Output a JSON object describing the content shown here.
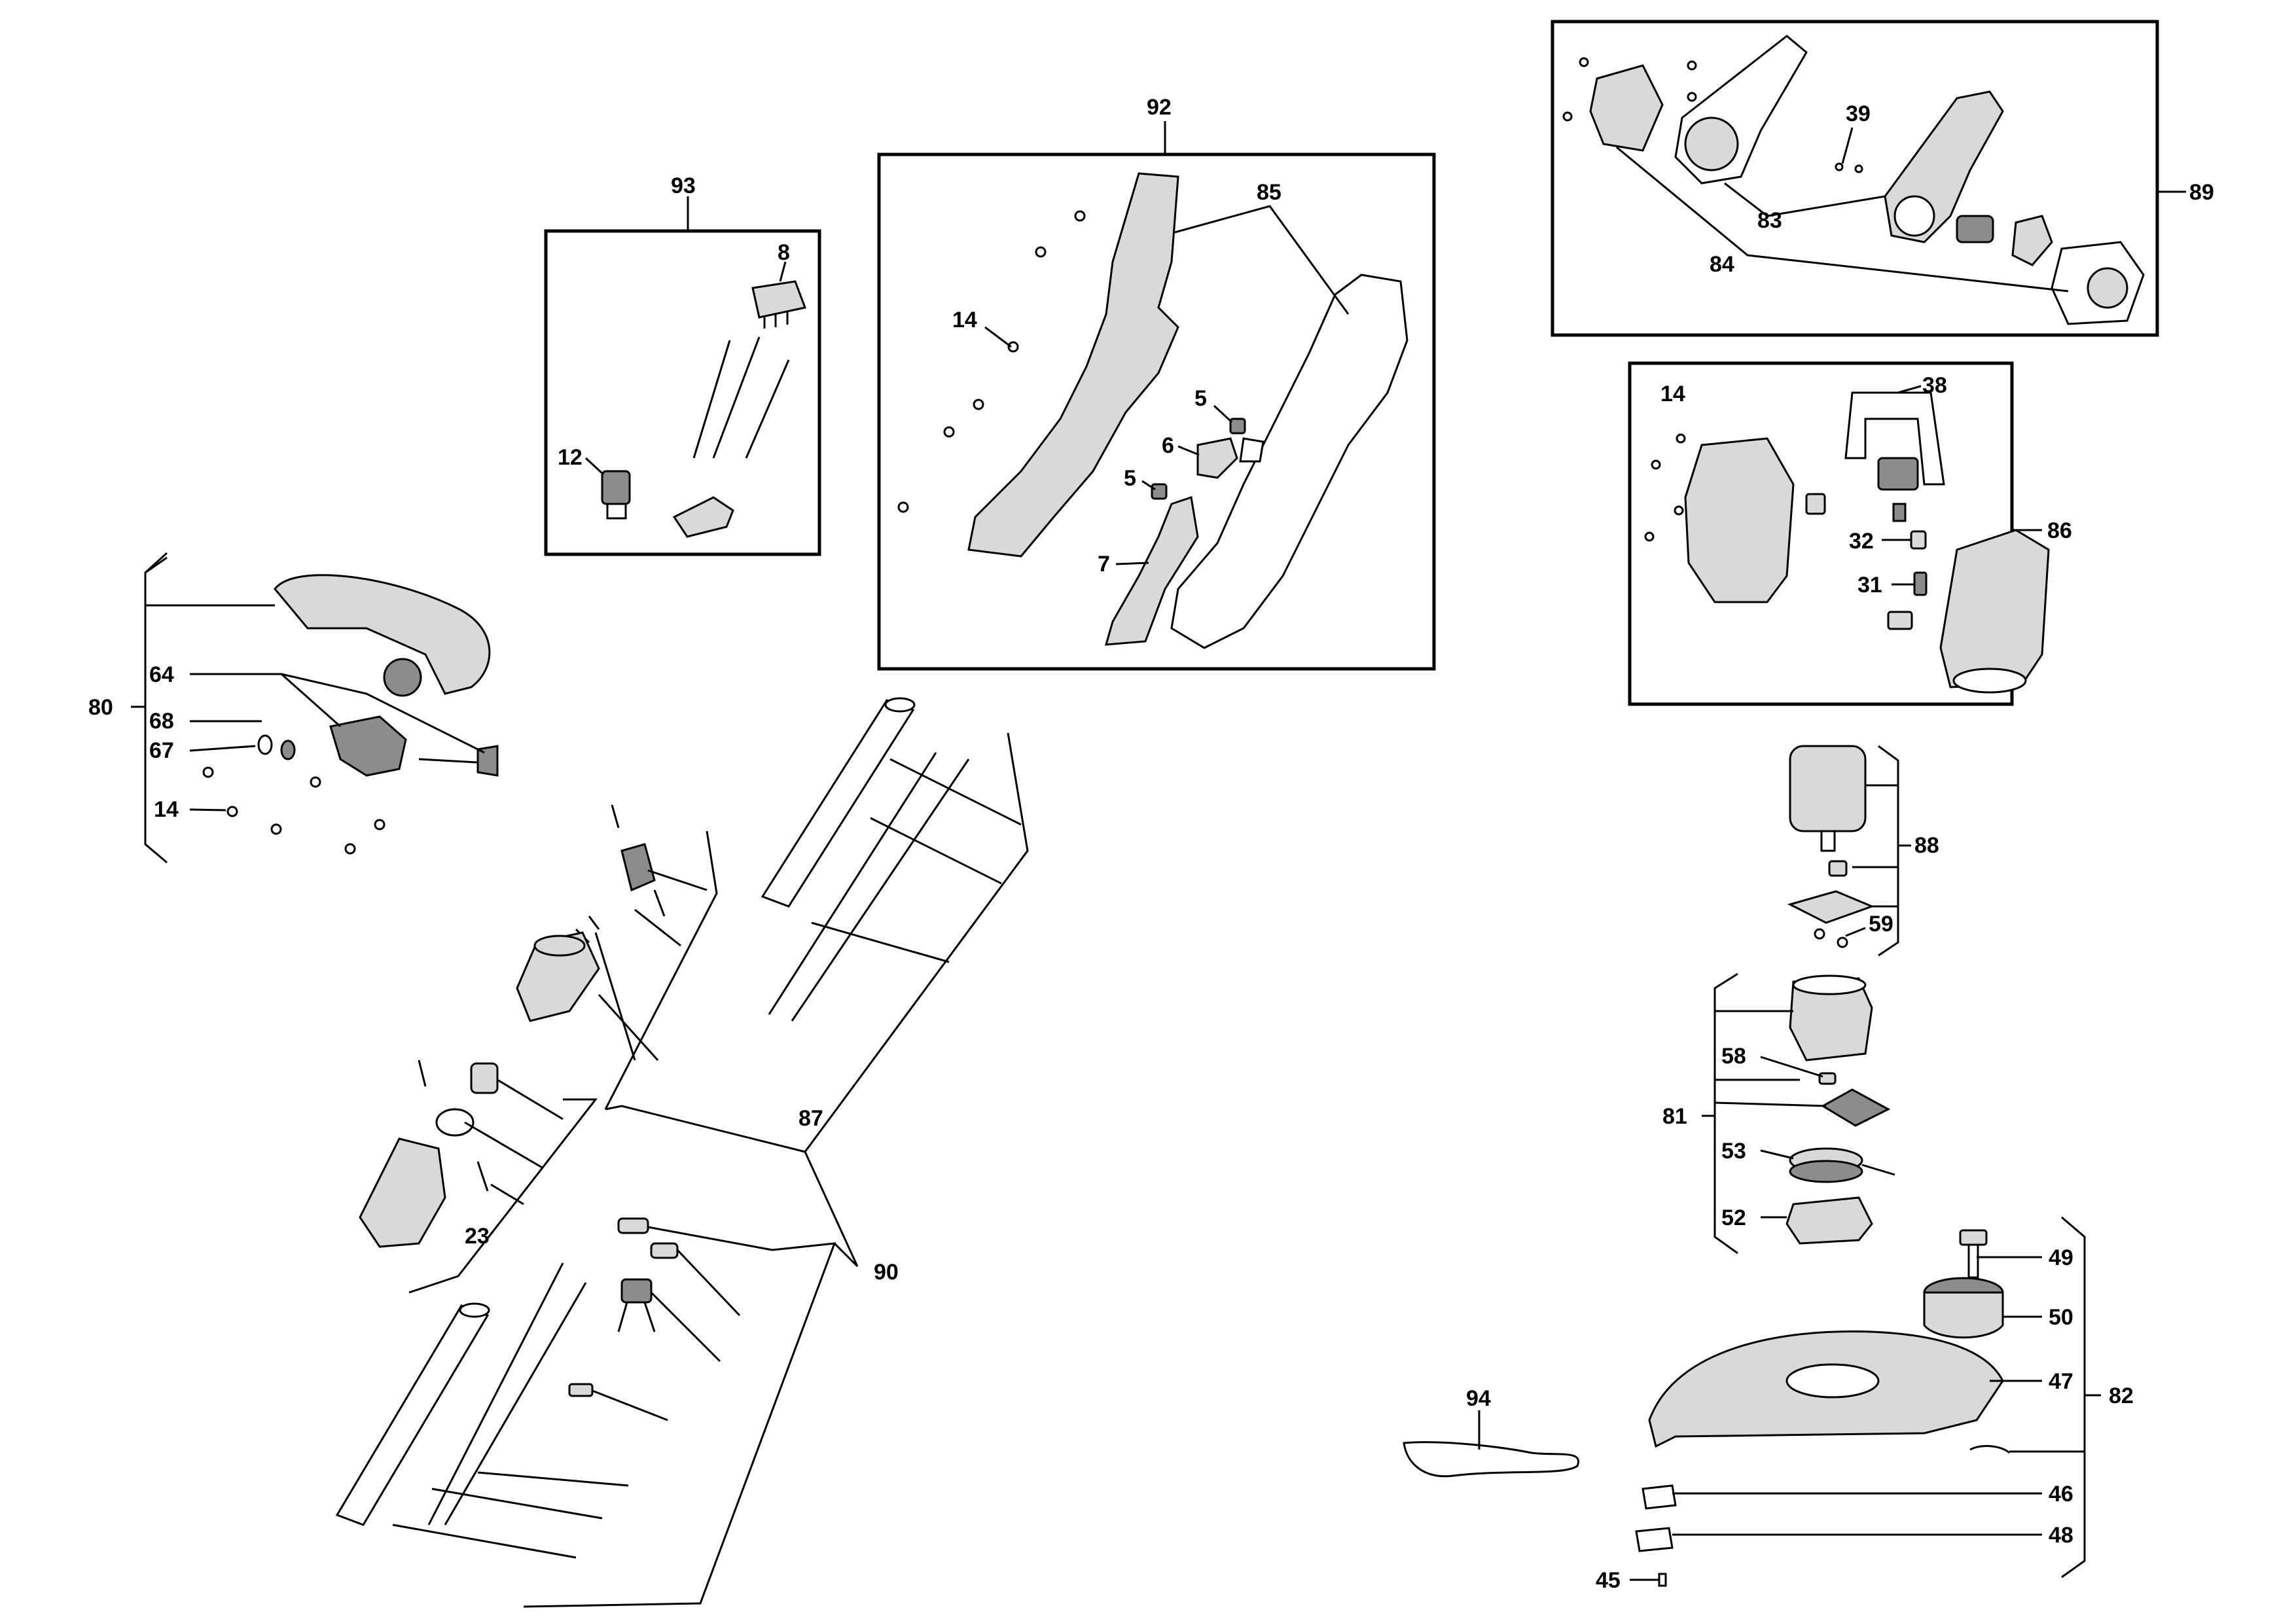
{
  "labels": {
    "l92": "92",
    "l93": "93",
    "l85": "85",
    "l8": "8",
    "l14a": "14",
    "l5a": "5",
    "l6": "6",
    "l5b": "5",
    "l7": "7",
    "l12": "12",
    "l39": "39",
    "l83": "83",
    "l89": "89",
    "l84": "84",
    "l14b": "14",
    "l38": "38",
    "l86": "86",
    "l32": "32",
    "l31": "31",
    "l80": "80",
    "l64": "64",
    "l68": "68",
    "l67": "67",
    "l14c": "14",
    "l88": "88",
    "l59": "59",
    "l58": "58",
    "l81": "81",
    "l53": "53",
    "l52": "52",
    "l87": "87",
    "l23": "23",
    "l90": "90",
    "l49": "49",
    "l50": "50",
    "l47": "47",
    "l82": "82",
    "l94": "94",
    "l46": "46",
    "l48": "48",
    "l45": "45"
  }
}
